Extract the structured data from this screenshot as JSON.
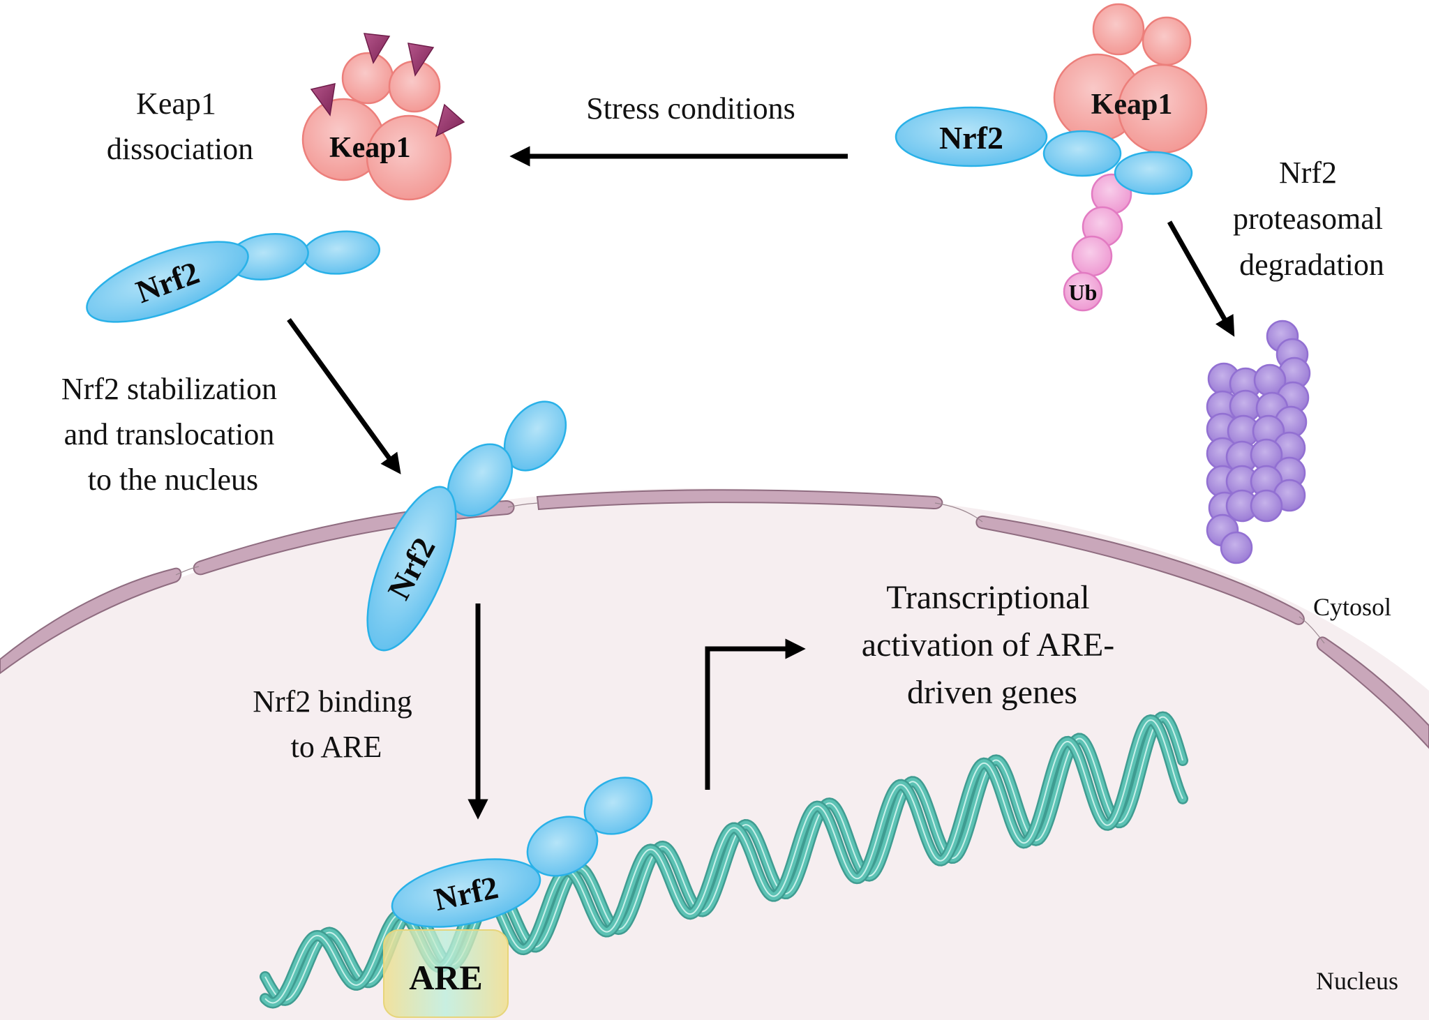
{
  "title": "Keap1-Nrf2-ARE signaling pathway",
  "labels": {
    "keap1_dissociation": [
      "Keap1",
      "dissociation"
    ],
    "stress_conditions": "Stress conditions",
    "nrf2_degradation": [
      "Nrf2",
      "proteasomal",
      "degradation"
    ],
    "nrf2_stabilization": [
      "Nrf2 stabilization",
      "and translocation",
      "to the nucleus"
    ],
    "nrf2_binding": [
      "Nrf2 binding",
      "to ARE"
    ],
    "transcriptional_activation": [
      "Transcriptional",
      "activation of ARE-",
      "driven genes"
    ],
    "cytosol": "Cytosol",
    "nucleus": "Nucleus"
  },
  "molecules": {
    "keap1": "Keap1",
    "nrf2": "Nrf2",
    "ub": "Ub",
    "are": "ARE"
  },
  "colors": {
    "keap1_fill": "#f4a3a0",
    "keap1_stroke": "#ec7f7b",
    "nrf2_fill": "#7fcdf2",
    "nrf2_stroke": "#29b1e8",
    "ub_fill": "#f2a6d8",
    "ub_stroke": "#e27bc2",
    "proteasome_fill": "#a98ddb",
    "proteasome_stroke": "#9270d2",
    "modification_triangle": "#9b3a6d",
    "membrane": "#c8a4b8",
    "nucleus_fill": "#f6eef0",
    "dna": "#5cc2b4",
    "dna_dark": "#3f9c91",
    "are_box": "#f3e49a",
    "arrow": "#000000"
  }
}
